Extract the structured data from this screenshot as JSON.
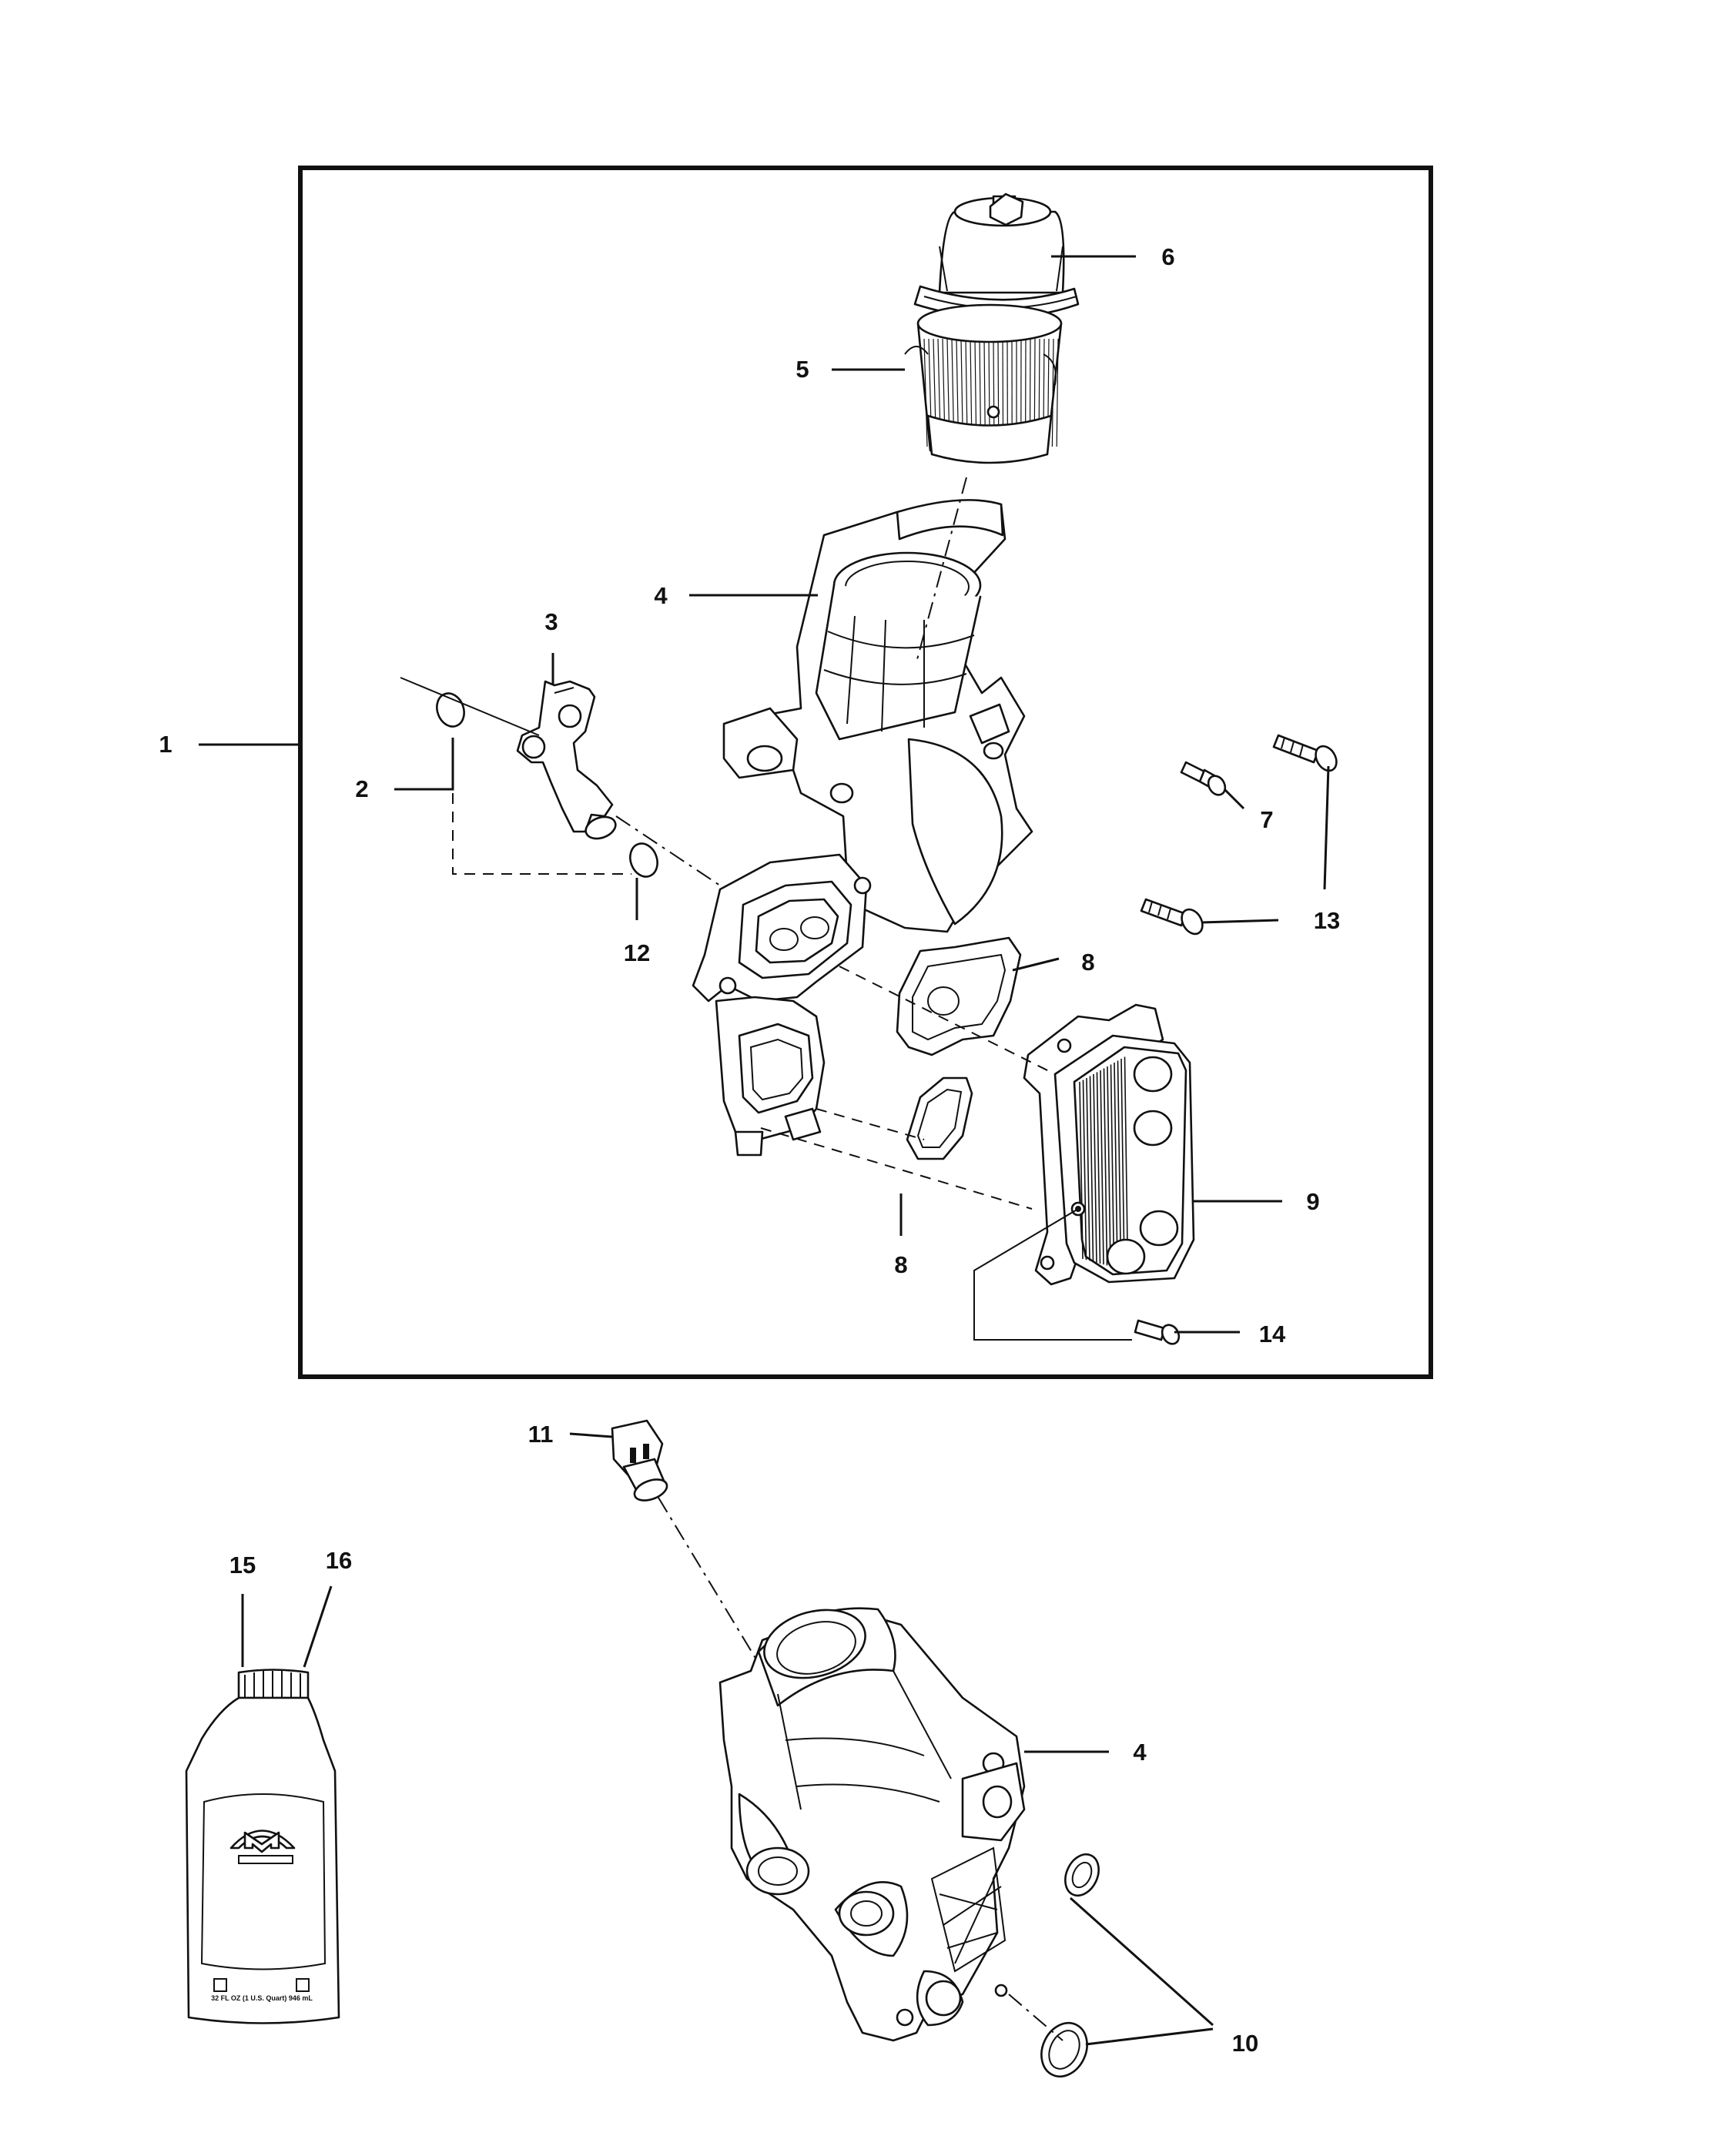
{
  "callouts": {
    "c1": "1",
    "c2": "2",
    "c3": "3",
    "c4_top": "4",
    "c5": "5",
    "c6": "6",
    "c7": "7",
    "c8_top": "8",
    "c8_bottom": "8",
    "c9": "9",
    "c10": "10",
    "c11": "11",
    "c12": "12",
    "c13": "13",
    "c14": "14",
    "c15": "15",
    "c16": "16",
    "c4_bottom": "4"
  },
  "bottle": {
    "volume_text": "32 FL OZ (1 U.S. Quart) 946 mL"
  }
}
